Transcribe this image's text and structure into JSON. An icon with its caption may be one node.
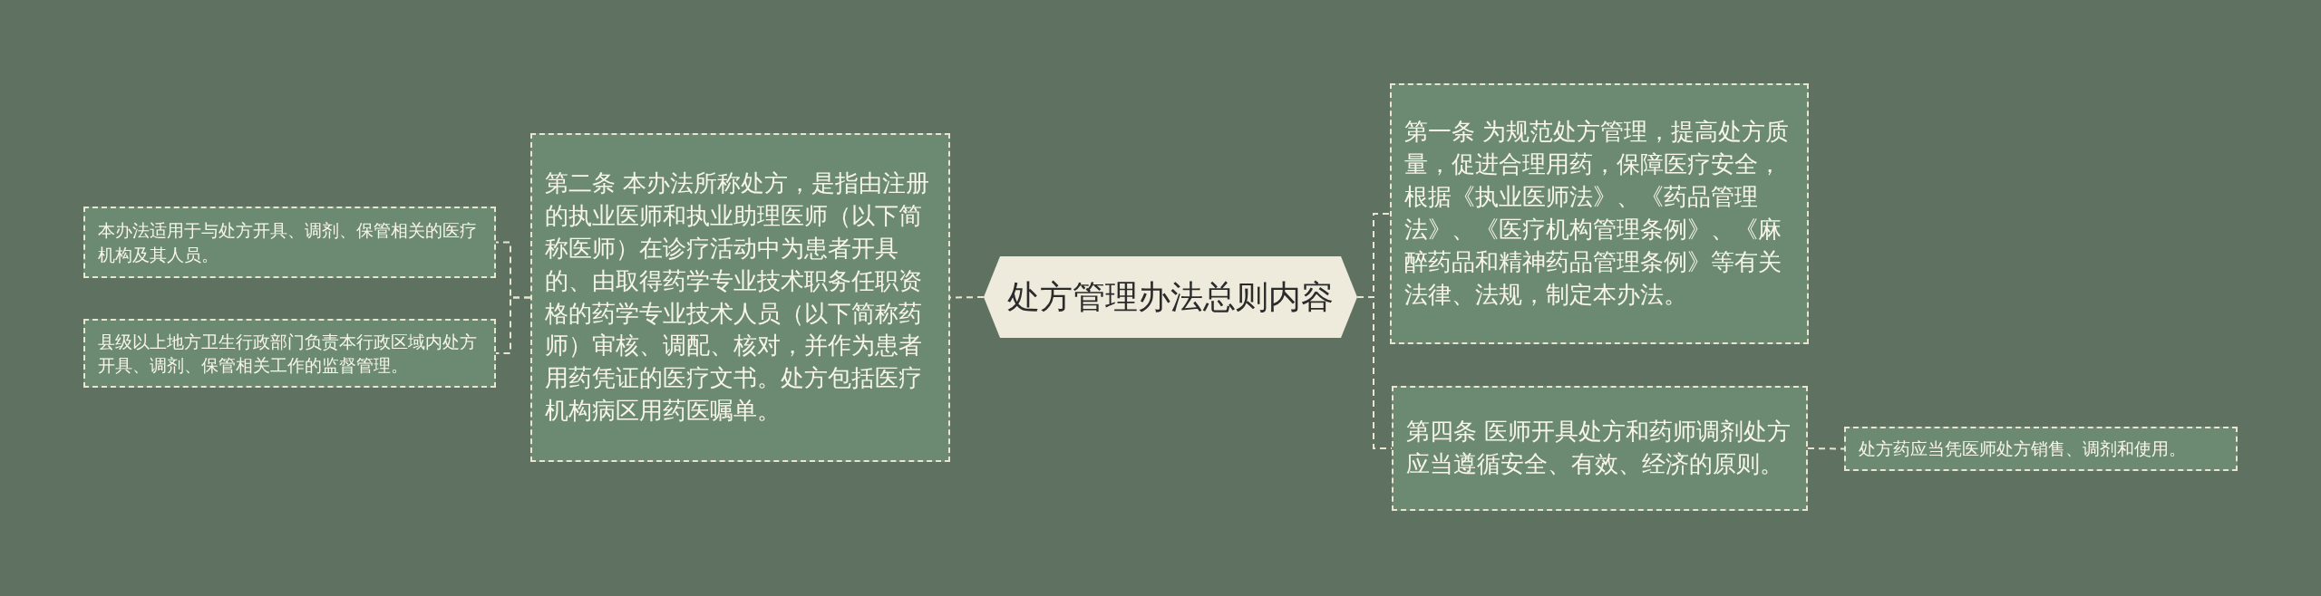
{
  "diagram": {
    "nodes": [
      {
        "text": [
          "处方管理办法总则内容"
        ]
      },
      {
        "text": [
          "第二条 本办法所称处方，是指由注册的执业医师和执业助理医师（以下简称医师）在诊疗活动中为患者开具的、由取得药学专业技术职务任职资格的药学专业技术人员（以下简称药师）审核、调配、核对，并作为患者用药凭证的医疗文书。处方包括医疗机构病区用药医嘱单。"
        ]
      },
      {
        "text": [
          "本办法适用于与处方开具、调剂、保管相关的医疗机构及其人员。"
        ]
      },
      {
        "text": [
          "县级以上地方卫生行政部门负责本行政区域内处方开具、调剂、保管相关工作的监督管理。"
        ]
      },
      {
        "text": [
          "第一条 为规范处方管理，提高处方质量，促进合理用药，保障医疗安全，根据《执业医师法》、《药品管理法》、《医疗机构管理条例》、《麻醉药品和精神药品管理条例》等有关法律、法规，制定本办法。"
        ]
      },
      {
        "text": [
          "第四条 医师开具处方和药师调剂处方应当遵循安全、有效、经济的原则。"
        ]
      },
      {
        "text": [
          "处方药应当凭医师处方销售、调剂和使用。"
        ]
      }
    ],
    "edges": [
      {
        "from": 0,
        "to": 1,
        "arrow": "none"
      },
      {
        "from": 1,
        "to": 2,
        "arrow": "none"
      },
      {
        "from": 1,
        "to": 3,
        "arrow": "none"
      },
      {
        "from": 0,
        "to": 4,
        "arrow": "none"
      },
      {
        "from": 0,
        "to": 5,
        "arrow": "none"
      },
      {
        "from": 5,
        "to": 6,
        "arrow": "none"
      }
    ]
  }
}
